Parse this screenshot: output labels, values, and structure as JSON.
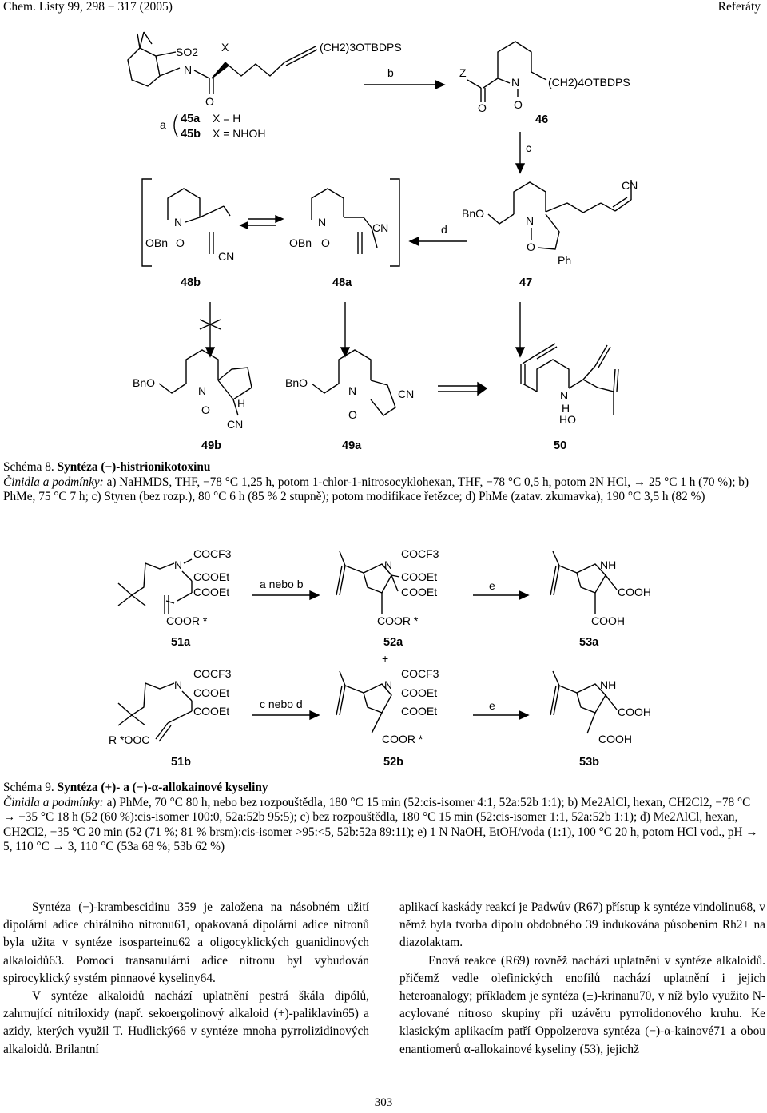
{
  "header": {
    "journal": "Chem. Listy 99, 298 − 317 (2005)",
    "section": "Referáty"
  },
  "scheme8": {
    "labels": {
      "s45a": "45a",
      "x45a": "X = H",
      "s45b": "45b",
      "x45b": "X = NHOH",
      "s46": "46",
      "s47": "47",
      "s48a": "48a",
      "s48b": "48b",
      "s49a": "49a",
      "s49b": "49b",
      "s50": "50"
    },
    "reagents": {
      "a": "a",
      "b": "b",
      "c": "c",
      "d": "d"
    },
    "atoms": {
      "X": "X",
      "SO2": "SO2",
      "N": "N",
      "O": "O",
      "Z": "Z",
      "CN": "CN",
      "BnO": "BnO",
      "OBn": "OBn",
      "Ph": "Ph",
      "H": "H",
      "HO": "HO",
      "chain3": "(CH2)3OTBDPS",
      "chain4": "(CH2)4OTBDPS"
    },
    "caption_label": "Schéma 8.",
    "caption_title": "Syntéza (−)-histrionikotoxinu",
    "conditions_label": "Činidla a podmínky:",
    "conditions_text": "a) NaHMDS, THF, −78 °C 1,25 h, potom 1-chlor-1-nitrosocyklohexan, THF, −78 °C 0,5 h, potom 2N HCl, → 25 °C 1 h (70 %); b) PhMe, 75 °C 7 h; c) Styren (bez rozp.), 80 °C 6 h (85 % 2 stupně); potom modifikace řetězce; d) PhMe (zatav. zkumavka), 190 °C 3,5 h (82 %)"
  },
  "scheme9": {
    "labels": {
      "s51a": "51a",
      "s51b": "51b",
      "s52a": "52a",
      "s52b": "52b",
      "s53a": "53a",
      "s53b": "53b"
    },
    "groups": {
      "COCF3": "COCF3",
      "COOEt": "COOEt",
      "COORstar": "COOR *",
      "RstarOOC": "R *OOC",
      "COOH": "COOH",
      "NH": "NH",
      "N": "N",
      "plus": "+"
    },
    "arrow_top": "a nebo b",
    "arrow_bottom": "c nebo d",
    "arrow_e": "e",
    "caption_label": "Schéma 9.",
    "caption_title": "Syntéza (+)- a (−)-α-allokainové kyseliny",
    "conditions_label": "Činidla a podmínky:",
    "conditions_text": "a) PhMe, 70 °C 80 h, nebo bez rozpouštědla, 180 °C 15 min (52:cis-isomer 4:1, 52a:52b 1:1); b) Me2AlCl, hexan, CH2Cl2, −78 °C → −35 °C 18 h (52 (60 %):cis-isomer 100:0, 52a:52b 95:5); c) bez rozpouštědla, 180 °C 15 min (52:cis-isomer 1:1, 52a:52b 1:1); d) Me2AlCl, hexan, CH2Cl2, −35 °C 20 min (52 (71 %; 81 % brsm):cis-isomer >95:<5, 52b:52a 89:11); e) 1 N NaOH, EtOH/voda (1:1), 100 °C 20 h, potom HCl vod., pH → 5, 110 °C → 3, 110 °C (53a 68 %; 53b 62 %)"
  },
  "body": {
    "left_col": [
      "Syntéza (−)-krambescidinu 359 je založena na násobném užití dipolární adice chirálního nitronu61, opakovaná dipolární adice nitronů byla užita v syntéze isosparteinu62 a oligocyklických guanidinových alkaloidů63. Pomocí transanulární adice nitronu byl vybudován spirocyklický systém pinnaové kyseliny64.",
      "V syntéze alkaloidů nachází uplatnění pestrá škála dipólů, zahrnující nitriloxidy (např. sekoergolinový alkaloid (+)-paliklavin65) a azidy, kterých využil T. Hudlický66 v syntéze mnoha pyrrolizidinových alkaloidů. Brilantní"
    ],
    "right_col": [
      "aplikací kaskády reakcí je Padwův (R67) přístup k syntéze vindolinu68, v němž byla tvorba dipolu obdobného 39 indukována působením Rh2+ na diazolaktam.",
      "Enová reakce (R69) rovněž nachází uplatnění v syntéze alkaloidů. přičemž vedle olefinických enofilů nachází uplatnění i jejich heteroanalogy; příkladem je syntéza (±)-krinanu70, v níž bylo využito N-acylované nitroso skupiny při uzávěru pyrrolidonového kruhu. Ke klasickým aplikacím patří Oppolzerova syntéza (−)-α-kainové71 a obou enantiomerů α-allokainové kyseliny (53), jejichž"
    ]
  },
  "page_number": "303"
}
